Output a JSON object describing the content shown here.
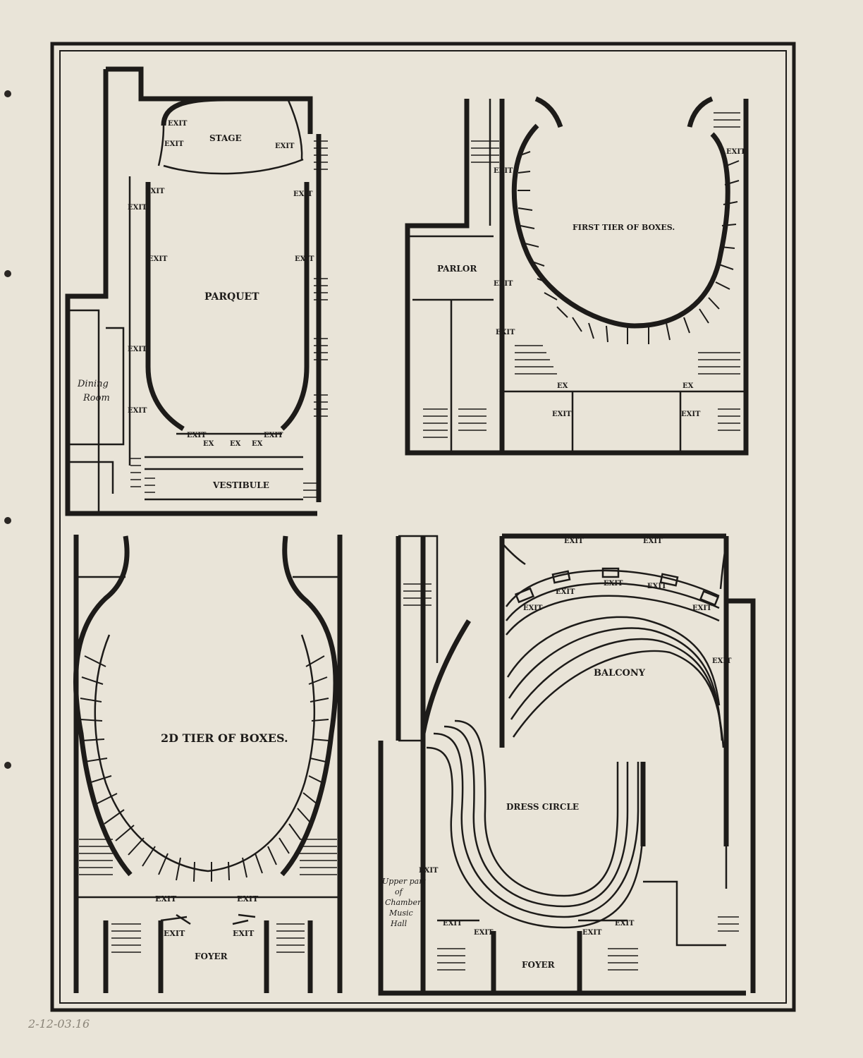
{
  "plans": {
    "parquet": {
      "stage": "STAGE",
      "title": "PARQUET",
      "vestibule": "VESTIBULE",
      "dining_room": [
        "Dining",
        "Room"
      ],
      "exit": "EXIT",
      "ex": "EX"
    },
    "first_tier": {
      "title": "FIRST TIER OF BOXES.",
      "parlor": "PARLOR",
      "exit": "EXIT",
      "ex": "EX"
    },
    "second_tier": {
      "title": "2D TIER OF BOXES.",
      "foyer": "FOYER",
      "exit": "EXIT"
    },
    "balcony": {
      "title": "BALCONY",
      "dress_circle": "DRESS CIRCLE",
      "foyer": "FOYER",
      "exit": "EXIT",
      "chamber_note": [
        "Upper part",
        "of",
        "Chamber",
        "Music",
        "Hall"
      ]
    }
  },
  "pencil_note": "2-12-03.16"
}
